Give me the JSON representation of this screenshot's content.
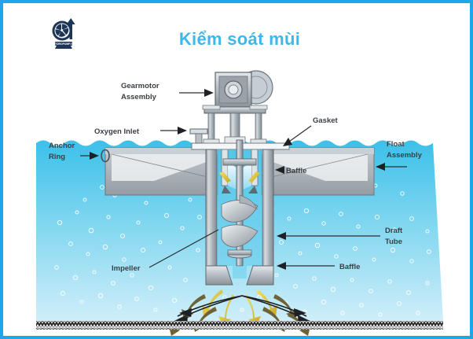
{
  "page": {
    "title": "Kiểm soát mùi",
    "border_color": "#1BA7E8",
    "title_color": "#3FB7EC",
    "background": "#ffffff"
  },
  "logo": {
    "name": "pump-swirl-logo",
    "alt": "Hydropump circular swirl logo with upward arrow",
    "color": "#1d3557"
  },
  "diagram": {
    "type": "technical-cutaway-illustration",
    "subject": "Floating surface aerator / draft tube mixer in a lagoon",
    "water_color_top": "#38BFE8",
    "water_color_bottom": "#BEE9F7",
    "metal_color": "#A8B1B8",
    "sediment_color": "#2b2b2b",
    "labels": [
      {
        "id": "gearmotor-assembly",
        "text_line1": "Gearmotor",
        "text_line2": "Assembly"
      },
      {
        "id": "oxygen-inlet",
        "text_line1": "Oxygen Inlet",
        "text_line2": ""
      },
      {
        "id": "anchor-ring",
        "text_line1": "Anchor",
        "text_line2": "Ring"
      },
      {
        "id": "gasket",
        "text_line1": "Gasket",
        "text_line2": ""
      },
      {
        "id": "float-assembly",
        "text_line1": "Float",
        "text_line2": "Assembly"
      },
      {
        "id": "baffle-upper",
        "text_line1": "Baffle",
        "text_line2": ""
      },
      {
        "id": "draft-tube",
        "text_line1": "Draft",
        "text_line2": "Tube"
      },
      {
        "id": "baffle-lower",
        "text_line1": "Baffle",
        "text_line2": ""
      },
      {
        "id": "impeller",
        "text_line1": "Impeller",
        "text_line2": ""
      }
    ],
    "flow_arrows": {
      "discharge_yellow": "#E8D24A",
      "discharge_olive": "#6E6336",
      "bottom_sweep": "#1d2126"
    }
  }
}
